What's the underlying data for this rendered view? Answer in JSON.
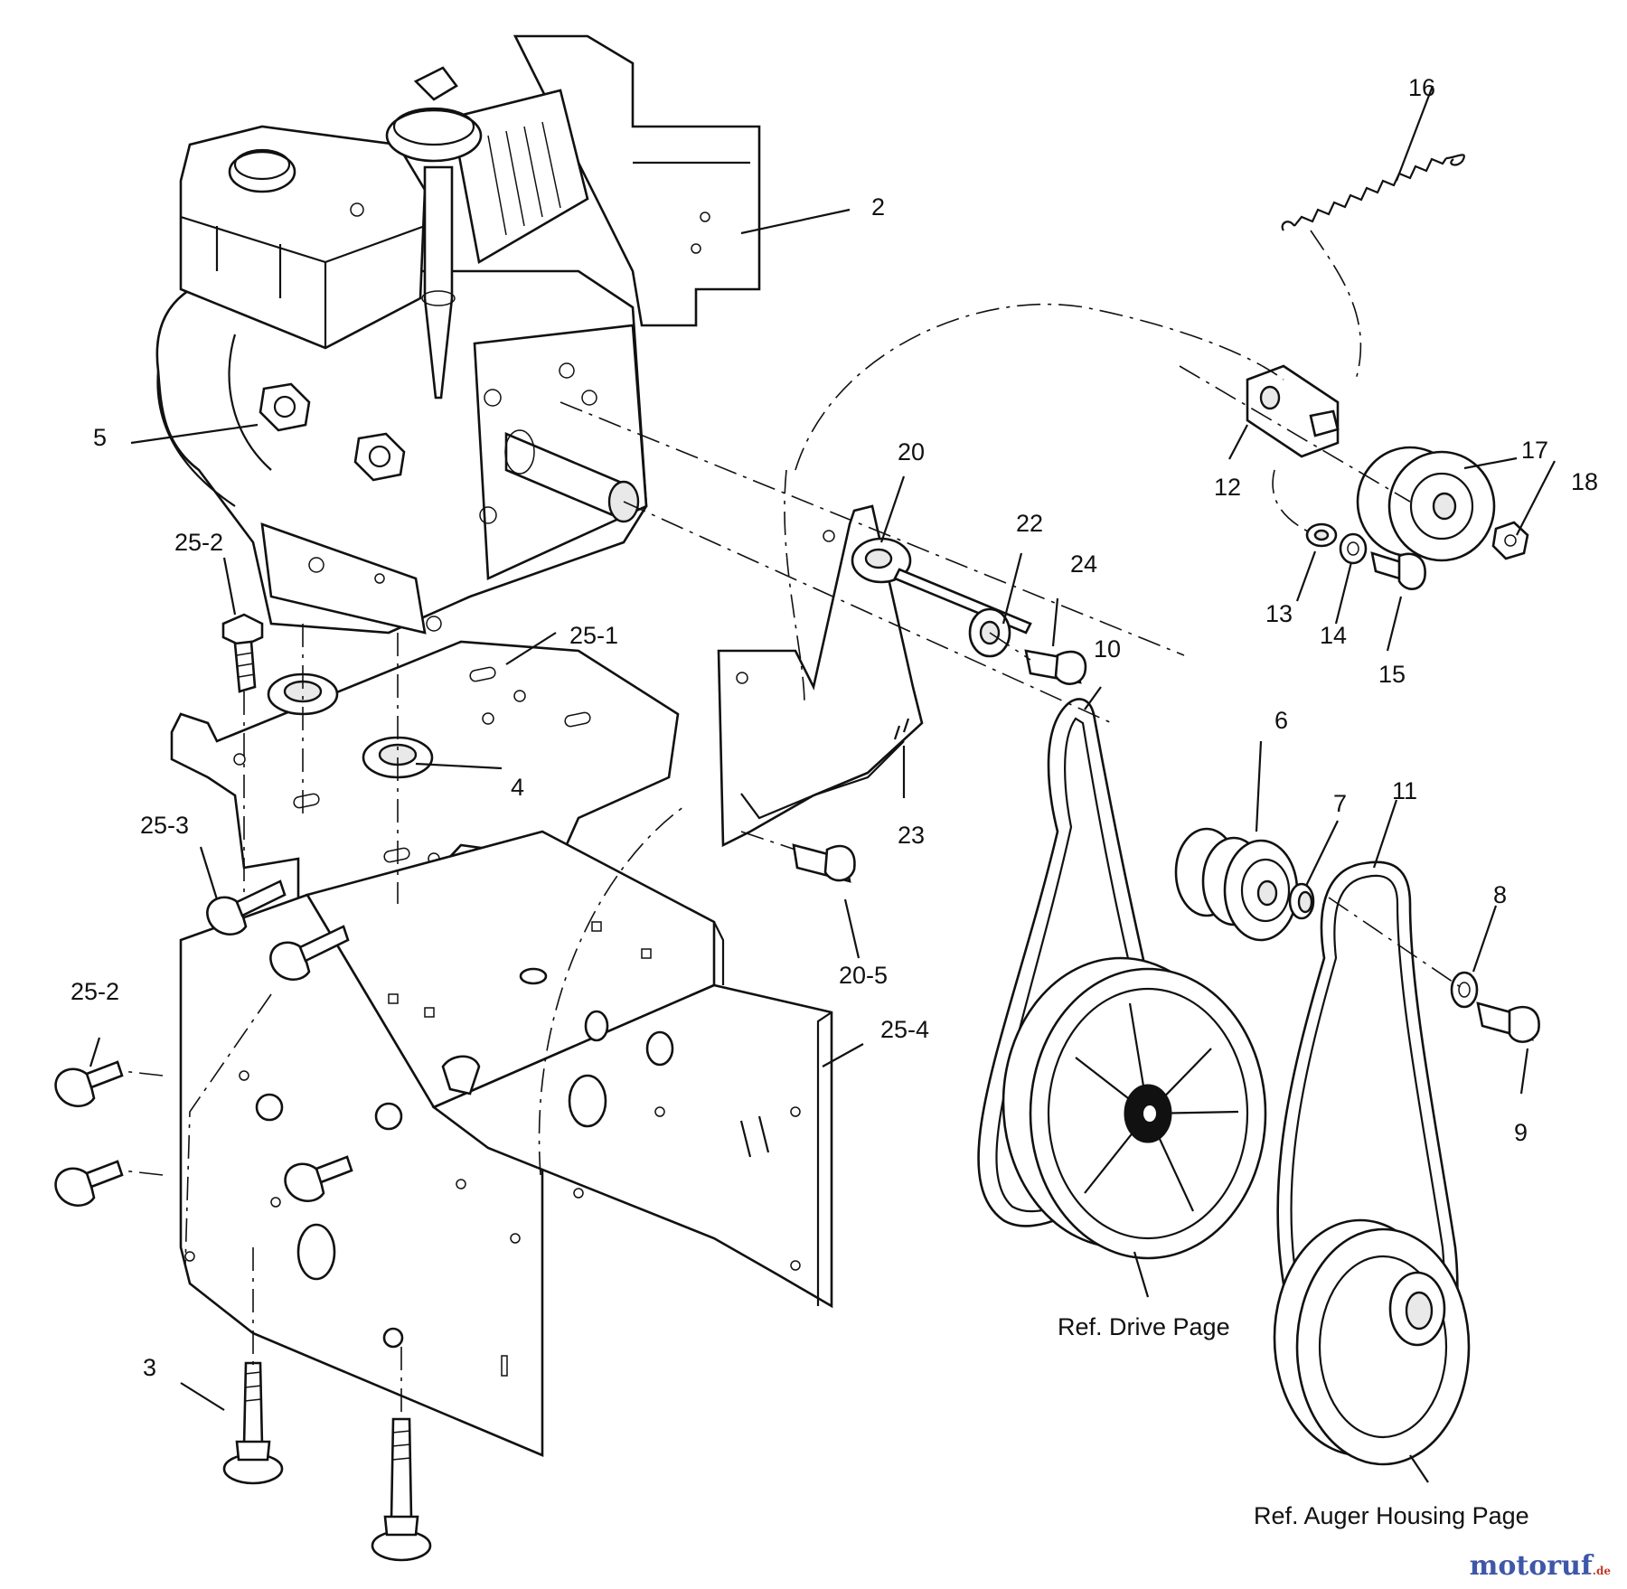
{
  "callouts": {
    "c2": "2",
    "c3": "3",
    "c4": "4",
    "c5": "5",
    "c6": "6",
    "c7": "7",
    "c8": "8",
    "c9": "9",
    "c10": "10",
    "c11": "11",
    "c12": "12",
    "c13": "13",
    "c14": "14",
    "c15": "15",
    "c16": "16",
    "c17": "17",
    "c18": "18",
    "c20": "20",
    "c20_5": "20-5",
    "c22": "22",
    "c23": "23",
    "c24": "24",
    "c25_1": "25-1",
    "c25_2a": "25-2",
    "c25_2b": "25-2",
    "c25_3": "25-3",
    "c25_4": "25-4"
  },
  "references": {
    "drive": "Ref. Drive Page",
    "auger": "Ref. Auger Housing Page"
  },
  "watermark": {
    "name": "motoruf",
    "tld": ".de"
  }
}
